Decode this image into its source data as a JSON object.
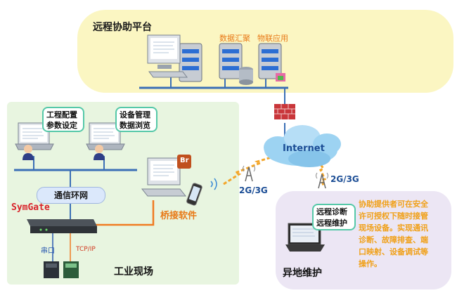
{
  "platform": {
    "title": "远程协助平台",
    "server_labels": [
      "数据汇聚",
      "物联应用"
    ]
  },
  "industrial": {
    "title": "工业现场",
    "bubble1": [
      "工程配置",
      "参数设定"
    ],
    "bubble2": [
      "设备管理",
      "数据浏览"
    ],
    "network_label": "通信环网",
    "brand": "SymGate",
    "bridge_label": "桥接软件",
    "bridge_icon": "Br",
    "serial_label": "串口",
    "tcpip_label": "TCP/IP"
  },
  "cloud_label": "Internet",
  "wireless": [
    "2G/3G",
    "2G/3G"
  ],
  "remote": {
    "title": "异地维护",
    "bubble": [
      "远程诊断",
      "远程维护"
    ],
    "description": [
      "协助提供者可在安全",
      "许可授权下随时接管",
      "现场设备。实现通讯",
      "诊断、故障排查、端",
      "口映射、设备调试等",
      "操作。"
    ]
  },
  "colors": {
    "platform_bg": "#fbf6c2",
    "industrial_bg": "#e8f5e0",
    "remote_bg": "#ece6f4",
    "bubble_border": "#55c8a8",
    "description_text": "#f0a018",
    "connector_blue": "#1e5aa8",
    "orange_link": "#f07b22"
  },
  "icons": [
    "firewall-icon",
    "cloud-icon",
    "server-icon",
    "laptop-icon",
    "desktop-icon",
    "phone-icon",
    "antenna-icon",
    "database-icon",
    "gateway-device-icon",
    "plc-device-icon"
  ]
}
